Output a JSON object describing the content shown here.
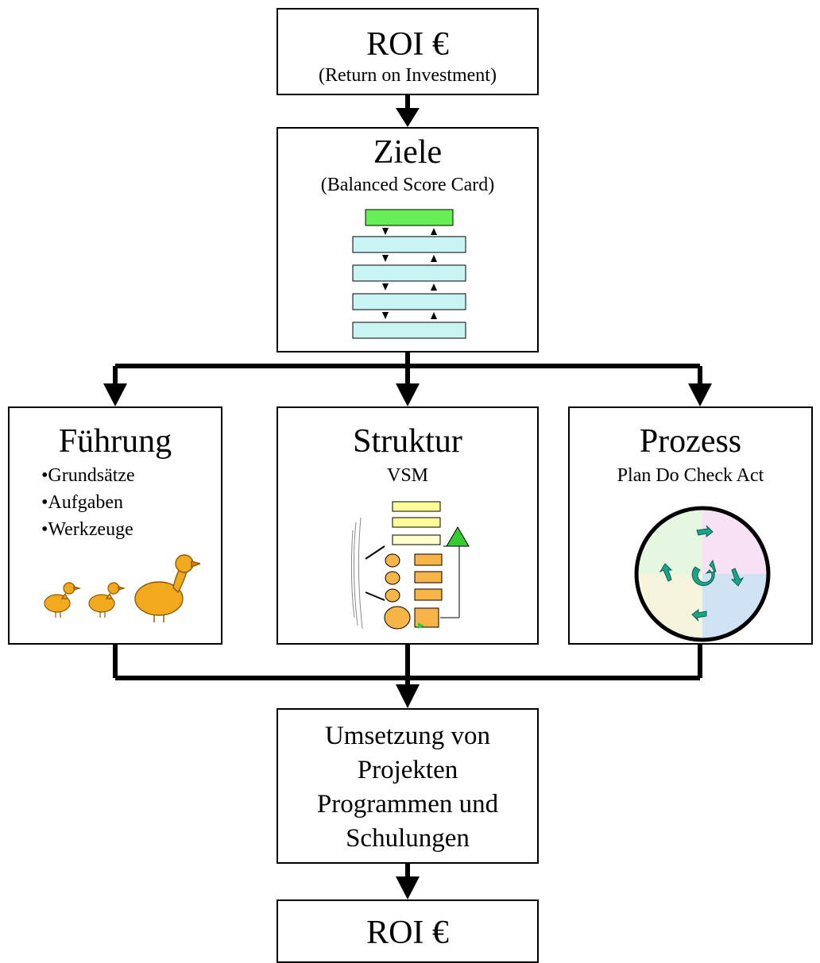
{
  "roi_top": {
    "title": "ROI  €",
    "subtitle": "(Return on Investment)"
  },
  "ziele": {
    "title": "Ziele",
    "subtitle": "(Balanced Score Card)"
  },
  "fuehrung": {
    "title": "Führung",
    "bullets": [
      "•Grundsätze",
      "•Aufgaben",
      "•Werkzeuge"
    ]
  },
  "struktur": {
    "title": "Struktur",
    "subtitle": "VSM"
  },
  "prozess": {
    "title": "Prozess",
    "subtitle": "Plan Do Check Act"
  },
  "umsetzung": {
    "lines": [
      "Umsetzung von",
      "Projekten",
      "Programmen und",
      "Schulungen"
    ]
  },
  "roi_bottom": {
    "title": "ROI  €"
  },
  "colors": {
    "scorecard_top": "#66ee55",
    "scorecard_rows": "#c8f4f4",
    "duck": "#f2a91b",
    "vsm_yellow": "#ffff99",
    "vsm_orange": "#f7b548",
    "pdca_arrows": "#1aa58a"
  },
  "icons": [
    "duck-icon",
    "vsm-flow-icon",
    "pdca-cycle-icon"
  ]
}
